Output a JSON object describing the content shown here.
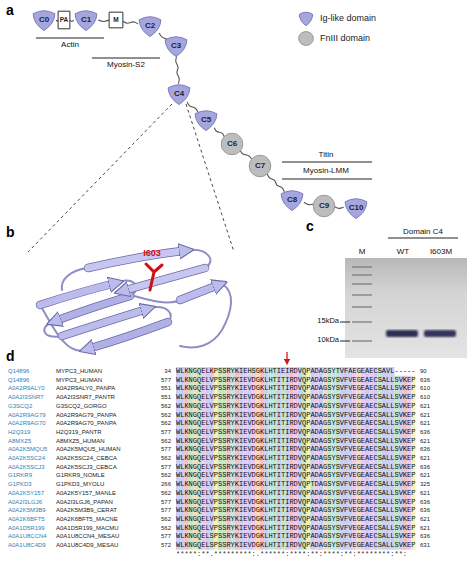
{
  "diagram": {
    "nodes": [
      {
        "text": [
          "C0"
        ]
      },
      {
        "text": [
          "PA"
        ]
      },
      {
        "text": [
          "C1"
        ]
      },
      {
        "text": [
          "M"
        ]
      },
      {
        "text": [
          "C2"
        ]
      },
      {
        "text": [
          "C3"
        ]
      },
      {
        "text": [
          "C4"
        ]
      },
      {
        "text": [
          "C5"
        ]
      },
      {
        "text": [
          "C6"
        ]
      },
      {
        "text": [
          "C7"
        ]
      },
      {
        "text": [
          "C8"
        ]
      },
      {
        "text": [
          "C9"
        ]
      },
      {
        "text": [
          "C10"
        ]
      }
    ],
    "edges": [
      {
        "from": 0,
        "to": 1,
        "arrow": "none"
      },
      {
        "from": 1,
        "to": 2,
        "arrow": "none"
      },
      {
        "from": 2,
        "to": 3,
        "arrow": "none"
      },
      {
        "from": 3,
        "to": 4,
        "arrow": "none"
      },
      {
        "from": 4,
        "to": 5,
        "arrow": "none"
      },
      {
        "from": 5,
        "to": 6,
        "arrow": "none"
      },
      {
        "from": 6,
        "to": 7,
        "arrow": "none"
      },
      {
        "from": 7,
        "to": 8,
        "arrow": "none"
      },
      {
        "from": 8,
        "to": 9,
        "arrow": "none"
      },
      {
        "from": 9,
        "to": 10,
        "arrow": "none"
      },
      {
        "from": 10,
        "to": 11,
        "arrow": "none"
      },
      {
        "from": 11,
        "to": 12,
        "arrow": "none"
      }
    ],
    "labels": [
      "a",
      "Actin",
      "Myosin-S2",
      "Titin",
      "Myosin-LMM",
      "b",
      "I603",
      "c",
      "Domain C4",
      "M",
      "WT",
      "I603M",
      "15kDa",
      "10kDa",
      "d",
      "Q14896",
      "MYPC3_HUMAN",
      "34",
      "WLKNGQELKPSSRYKIEHSGKLHTIEIRDVQPADAGSYTVFAEGEAECSAVL-----",
      "90",
      "Q14896",
      "MYPC3_HUMAN",
      "577",
      "WLKNGQELVPSSRYKIEVDGKLHTITIRDVQPADAGSYSVFVEGEAECSALLSVKEP",
      "636",
      "A0A2R9ALY0",
      "A0A2R9ALY0_PANPA",
      "551",
      "WLKNGQELVPSSRYKIEVDGKLHTITIRDVQPADAGSYSVFVEGEAECSALLSVKEP",
      "610",
      "A0A2I3SNR7",
      "A0A2I3SNR7_PANTR",
      "551",
      "WLKNGQELVPSSRYKIEVDGKLHTITIRDVQPADAGSYSVFVEGEAECSALLSVKEP",
      "610",
      "G3SCQ2",
      "G3SCQ2_GORGO",
      "562",
      "WLKNGQELVPSSRYKIEVDGKLHTITIRDVQPADAGSYSVFVEGEAECSALLSVKEP",
      "621",
      "A0A2R9AG79",
      "A0A2R9AG79_PANPA",
      "562",
      "WLKNGQELVPSSRYKIEVDGKLHTITIRDVQPADAGSYSVFVEGEAECSALLSVKEP",
      "621",
      "A0A2R9AG70",
      "A0A2R9AG70_PANPA",
      "562",
      "WLKNGQELVPSSRYKIEVDGKLHTITIRDVQPADAGSYSVFVEGEAECSALLSVKEP",
      "621",
      "H2Q319",
      "H2Q319_PANTR",
      "577",
      "WLKNGQELVPSSRYKIEVDGKLHTITIRDVQPADAGSYSVFVEGEAECSALLSVKEP",
      "636",
      "A8MXZ5",
      "A8MXZ5_HUMAN",
      "562",
      "WLKNGQELVPSSRYKIEVDGKLHTITIRDVQPADAGSYSVFVEGEAECSALLSVKEP",
      "621",
      "A0A2K5MQU5",
      "A0A2K5MQU5_HUMAN",
      "577",
      "WLKNGQELVPSSRYKIEVDGKLHTITIRDVQPADAGSYSVFVEGEAECSALLSVKEP",
      "636",
      "A0A2K5SC24",
      "A0A2K5SC24_CEBCA",
      "562",
      "WLKNGQELVPSSRYKIEVDGKLHTITIRDVQPADAGSYSVFVEGEAECSALLSVKEP",
      "621",
      "A0A2K5SCJ3",
      "A0A2K5SCJ3_CEBCA",
      "577",
      "WLKNGQELVPSSRYKIEVDGKLHTITIRDVQPADAGSYSVFVEGEAECSALLSVKEP",
      "636",
      "G1RKR9",
      "G1RKR9_NOMLE",
      "562",
      "WLKNGQELVPSSRYKIEVDGKLHTITIRDVQPADAGSYSVFVEGEAECSALLSVKEP",
      "621",
      "G1PKD3",
      "G1PKD3_MYOLU",
      "266",
      "WLKNGQELVPSSRYKIEVDGKLHTITIRDVQPTDAGSYSVFVEGEAECSALLSVKEP",
      "325",
      "A0A2K5Y157",
      "A0A2K5Y157_MANLE",
      "562",
      "WLKNGQELVPSSRYKIEVDGKLHTITIRDVQPADAGSYSVFVEGEAECSALLSVKEP",
      "621",
      "A0A2I3LGJ6",
      "A0A2I3LGJ6_PAPAN",
      "577",
      "WLKNGQELVPSSRYKIEVDGKLHTITIRDVQPADAGSYSVFVEGEAECSALLSVKEP",
      "636",
      "A0A2K5M3B9",
      "A0A2K5M3B9_CERAT",
      "577",
      "WLKNGQELVPSSRYKIEVDGKLHTITIRDVQPADAGSYSVFVEGEAECSALLSVKEP",
      "636",
      "A0A2K6BFT5",
      "A0A2K6BFT5_MACNE",
      "562",
      "WLKNGQELVPSSRYKIEVDGKLHTITIRDVQPADAGSYSVFVEGEAECSALLSVKEP",
      "621",
      "A0A1D5R199",
      "A0A1D5R199_MACMU",
      "562",
      "WLKNGQELVPSSRYKIEVDGKLHTITIRDVQPADAGSYSVFVEGEAECSALLSVKEP",
      "621",
      "A0A1U8CCN4",
      "A0A1U8CCN4_MESAU",
      "577",
      "WLKNGQELSPSSRYKIEVDGKLHTITIRDVQPADAGSYSVFVEGEAECSALLSVKEP",
      "636",
      "A0A1U8C4D9",
      "A0A1U8C4D9_MESAU",
      "572",
      "WLKNGQELSPSSRYKIEVDGKLHTITIRDVQPADAGSYSVFVEGEAECSALLSVKEP",
      "631",
      "*****:**.*********:.******:****:**:****:**:********:**:"
    ],
    "legend": [
      {
        "text": "Ig-like domain",
        "color": "#a6a6de"
      },
      {
        "text": "FnIII domain",
        "color": "#bdbdbd"
      }
    ]
  }
}
